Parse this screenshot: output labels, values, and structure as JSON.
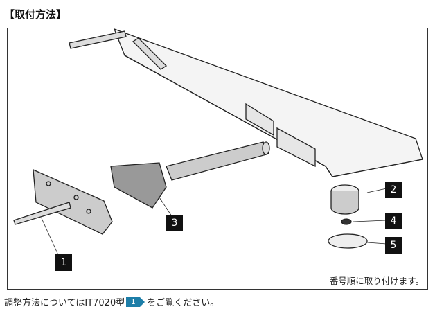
{
  "title": "【取付方法】",
  "labels": [
    "1",
    "2",
    "3",
    "4",
    "5"
  ],
  "note": "番号順に取り付けます。",
  "footer": {
    "before": "調整方法についてはIT7020型",
    "badge": "1",
    "after": "をご覧ください。"
  },
  "colors": {
    "badge": "#1d7ea8"
  }
}
